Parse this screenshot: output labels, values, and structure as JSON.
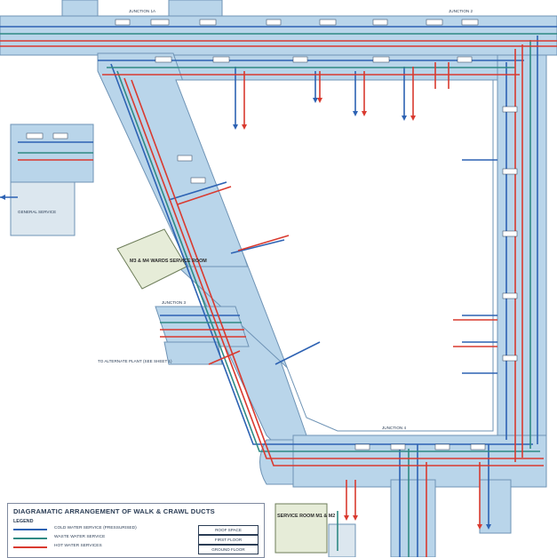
{
  "colors": {
    "cold_water": "#2d62b3",
    "waste_water": "#2f8a83",
    "hot_water": "#d93a2f",
    "duct_fill": "#b9d5ea",
    "duct_edge": "#6e93b5"
  },
  "labels": {
    "junction_top": "JUNCTION 1A",
    "junction_right": "JUNCTION 2",
    "junction_left": "JUNCTION 3",
    "junction_bottom": "JUNCTION 4",
    "service_room_a": "M3 & M4 WARDS SERVICE ROOM",
    "service_room_b": "SERVICE ROOM M1 & M2",
    "general_service": "GENERAL SERVICE",
    "cross_ref": "TO ALTERNATE PLANT (SEE SHEET 1)"
  },
  "legend": {
    "title": "DIAGRAMATIC ARRANGEMENT OF WALK & CRAWL DUCTS",
    "heading": "LEGEND",
    "items": [
      {
        "label": "COLD WATER SERVICE (PRESSURISED)",
        "color": "#2d62b3"
      },
      {
        "label": "WASTE WATER SERVICE",
        "color": "#2f8a83"
      },
      {
        "label": "HOT WATER SERVICES",
        "color": "#d93a2f"
      }
    ],
    "floors": [
      "ROOF SPACE",
      "FIRST FLOOR",
      "GROUND FLOOR"
    ]
  }
}
